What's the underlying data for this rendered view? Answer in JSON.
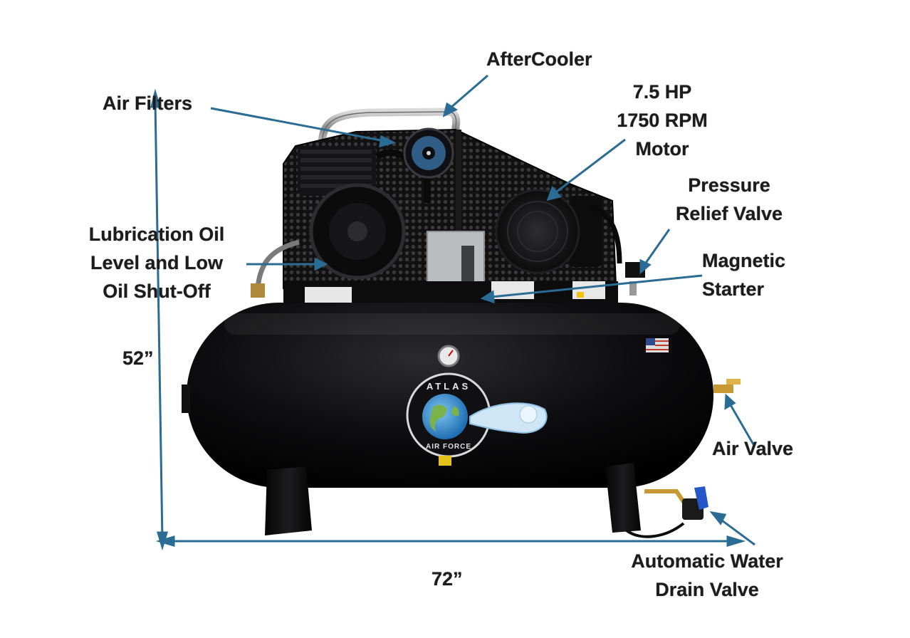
{
  "labels": {
    "aftercooler": "AfterCooler",
    "air_filters": "Air Filters",
    "motor": [
      "7.5 HP",
      "1750 RPM",
      "Motor"
    ],
    "pressure_relief": [
      "Pressure",
      "Relief Valve"
    ],
    "lubrication": [
      "Lubrication Oil",
      "Level and Low",
      "Oil Shut-Off"
    ],
    "magnetic_starter": [
      "Magnetic",
      "Starter"
    ],
    "air_valve": "Air Valve",
    "water_drain": [
      "Automatic Water",
      "Drain Valve"
    ],
    "height_dim": "52”",
    "width_dim": "72”"
  },
  "brand": {
    "logo_text": "ATLAS",
    "logo_subtext": "AIR FORCE"
  },
  "colors": {
    "pointer": "#2a6c93",
    "tank": "#0b0b0c",
    "label_text": "#1c1c1c"
  }
}
